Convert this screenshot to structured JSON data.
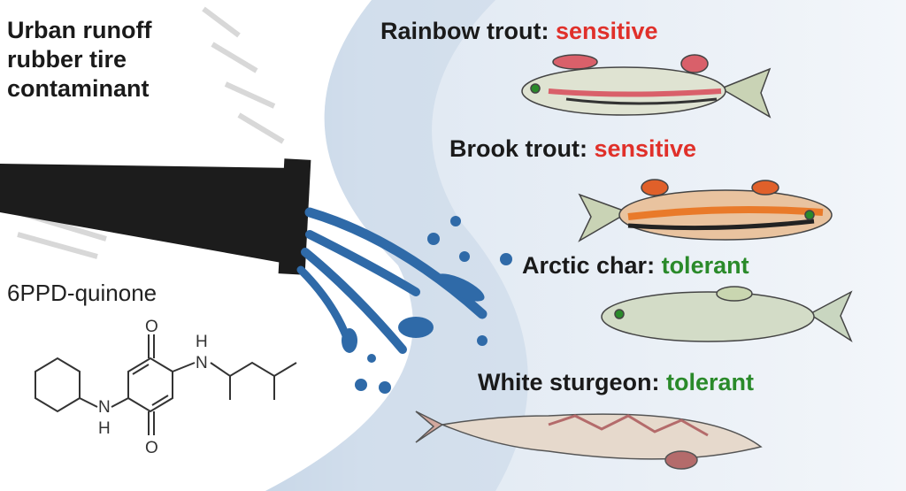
{
  "title_lines": [
    "Urban runoff",
    "rubber tire",
    "contaminant"
  ],
  "compound": "6PPD-quinone",
  "chem_atoms": {
    "o_top": "O",
    "o_bottom": "O",
    "nh_left": "H",
    "n_left": "N",
    "n_right": "N",
    "h_right": "H"
  },
  "species": [
    {
      "name": "Rainbow trout:",
      "status": "sensitive"
    },
    {
      "name": "Brook trout:",
      "status": "sensitive"
    },
    {
      "name": "Arctic char:",
      "status": "tolerant"
    },
    {
      "name": "White sturgeon:",
      "status": "tolerant"
    }
  ],
  "colors": {
    "sensitive": "#e0302a",
    "tolerant": "#2a8a2a",
    "water": "#2f6aa8",
    "pipe": "#1c1c1c"
  }
}
